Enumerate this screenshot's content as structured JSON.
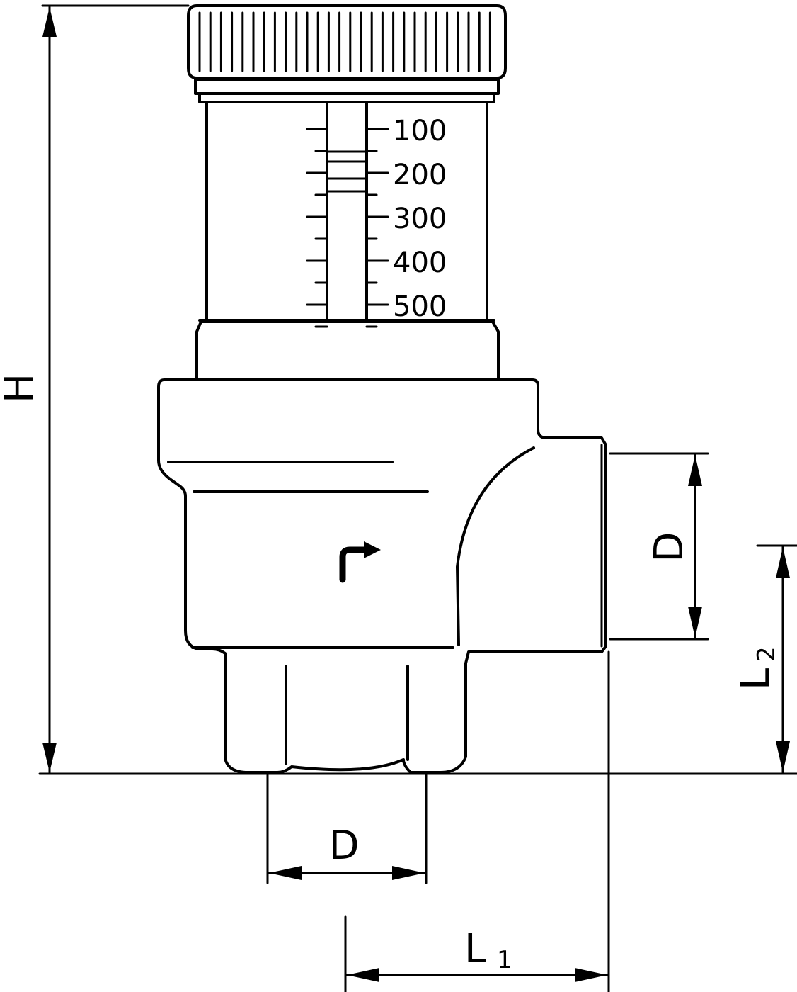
{
  "scale": {
    "labels": [
      "100",
      "200",
      "300",
      "400",
      "500"
    ]
  },
  "dimensions": {
    "height": "H",
    "diameter_outlet": "D",
    "diameter_inlet": "D",
    "length_2_base": "L",
    "length_2_sub": "2",
    "length_1_base": "L",
    "length_1_sub": "1"
  },
  "colors": {
    "line": "#000000",
    "background": "#ffffff"
  }
}
